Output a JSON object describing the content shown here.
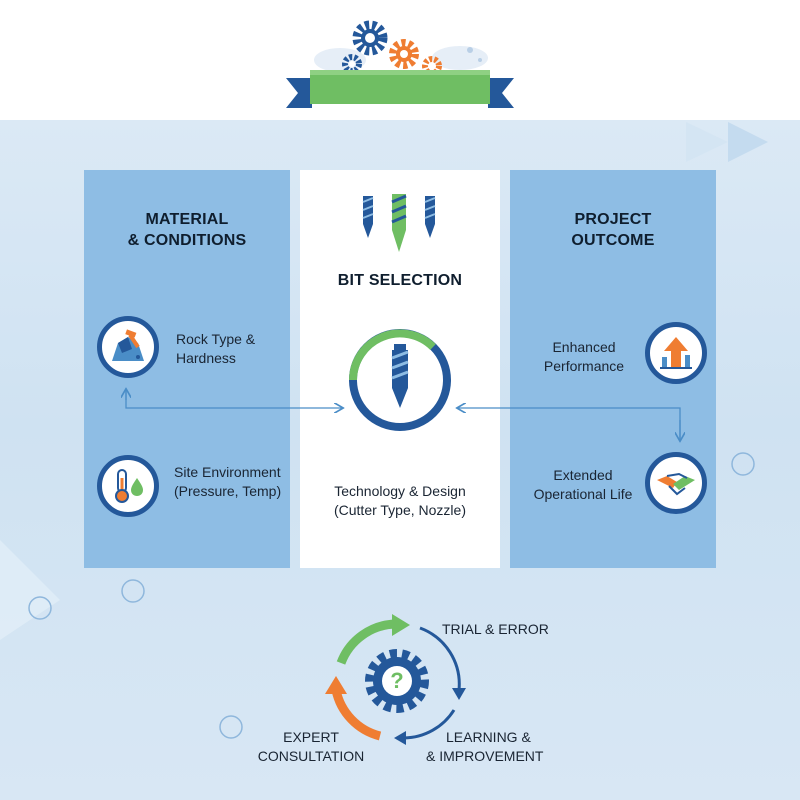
{
  "left_panel": {
    "title_line1": "MATERIAL",
    "title_line2": "& CONDITIONS",
    "item1": {
      "line1": "Rock Type &",
      "line2": "Hardness",
      "icon": "rock-icon"
    },
    "item2": {
      "line1": "Site Environment",
      "line2": "(Pressure, Temp)",
      "icon": "thermometer-droplet-icon"
    }
  },
  "center_panel": {
    "title": "BIT SELECTION",
    "label_line1": "Technology & Design",
    "label_line2": "(Cutter Type, Nozzle)",
    "icon": "drill-bit-icon"
  },
  "right_panel": {
    "title_line1": "PROJECT",
    "title_line2": "OUTCOME",
    "item1": {
      "line1": "Enhanced",
      "line2": "Performance",
      "icon": "performance-up-icon"
    },
    "item2": {
      "line1": "Extended",
      "line2": "Operational Life",
      "icon": "handshake-icon"
    }
  },
  "cycle": {
    "trial": "TRIAL & ERROR",
    "learning_line1": "LEARNING &",
    "learning_line2": "& IMPROVEMENT",
    "expert_line1": "EXPERT",
    "expert_line2": "CONSULTATION",
    "center_glyph": "?"
  },
  "colors": {
    "navy": "#24589a",
    "green": "#6fbe63",
    "orange": "#ef7d32",
    "panel_blue": "#8ebde4"
  }
}
